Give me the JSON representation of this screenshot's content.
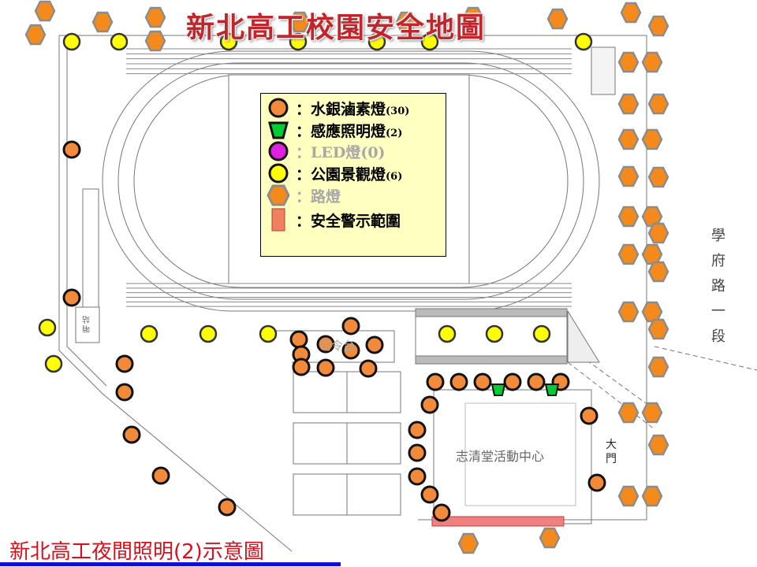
{
  "title": "新北高工校園安全地圖",
  "subtitle": "新北高工夜間照明(2)示意圖",
  "legend": {
    "items": [
      {
        "icon": "mercury-lamp-circle-icon",
        "label": "：水銀滷素燈",
        "count": "(30)"
      },
      {
        "icon": "sensor-light-trapezoid-icon",
        "label": "：感應照明燈",
        "count": "(2)"
      },
      {
        "icon": "led-light-circle-icon",
        "label": "：LED燈",
        "count": "(0)"
      },
      {
        "icon": "park-light-circle-icon",
        "label": "：公園景觀燈",
        "count": "(6)"
      },
      {
        "icon": "street-light-hexagon-icon",
        "label": "：路燈",
        "count": ""
      },
      {
        "icon": "warning-zone-rect-icon",
        "label": "：安全警示範圍",
        "count": ""
      }
    ]
  },
  "labels": {
    "road": "學府路一段",
    "activity_center": "志清堂活動中心",
    "main_gate": "大門",
    "podium": "司令台",
    "guard_post": "哨站"
  },
  "colors": {
    "mercury": "#f28a3c",
    "sensor": "#00cc33",
    "led": "#e020e0",
    "park": "#ffff00",
    "street": "#f58a1c",
    "street_border": "#8c8c8c",
    "warning": "#f08080",
    "title": "#c0272d",
    "subtitle": "#d8101c",
    "underline": "#1010d0",
    "legend_bg": "#ffffc0"
  }
}
